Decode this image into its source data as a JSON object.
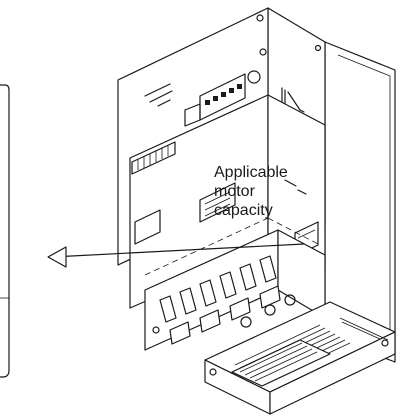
{
  "callout": {
    "line1": "Applicable",
    "line2": "motor",
    "line3": "capacity"
  }
}
